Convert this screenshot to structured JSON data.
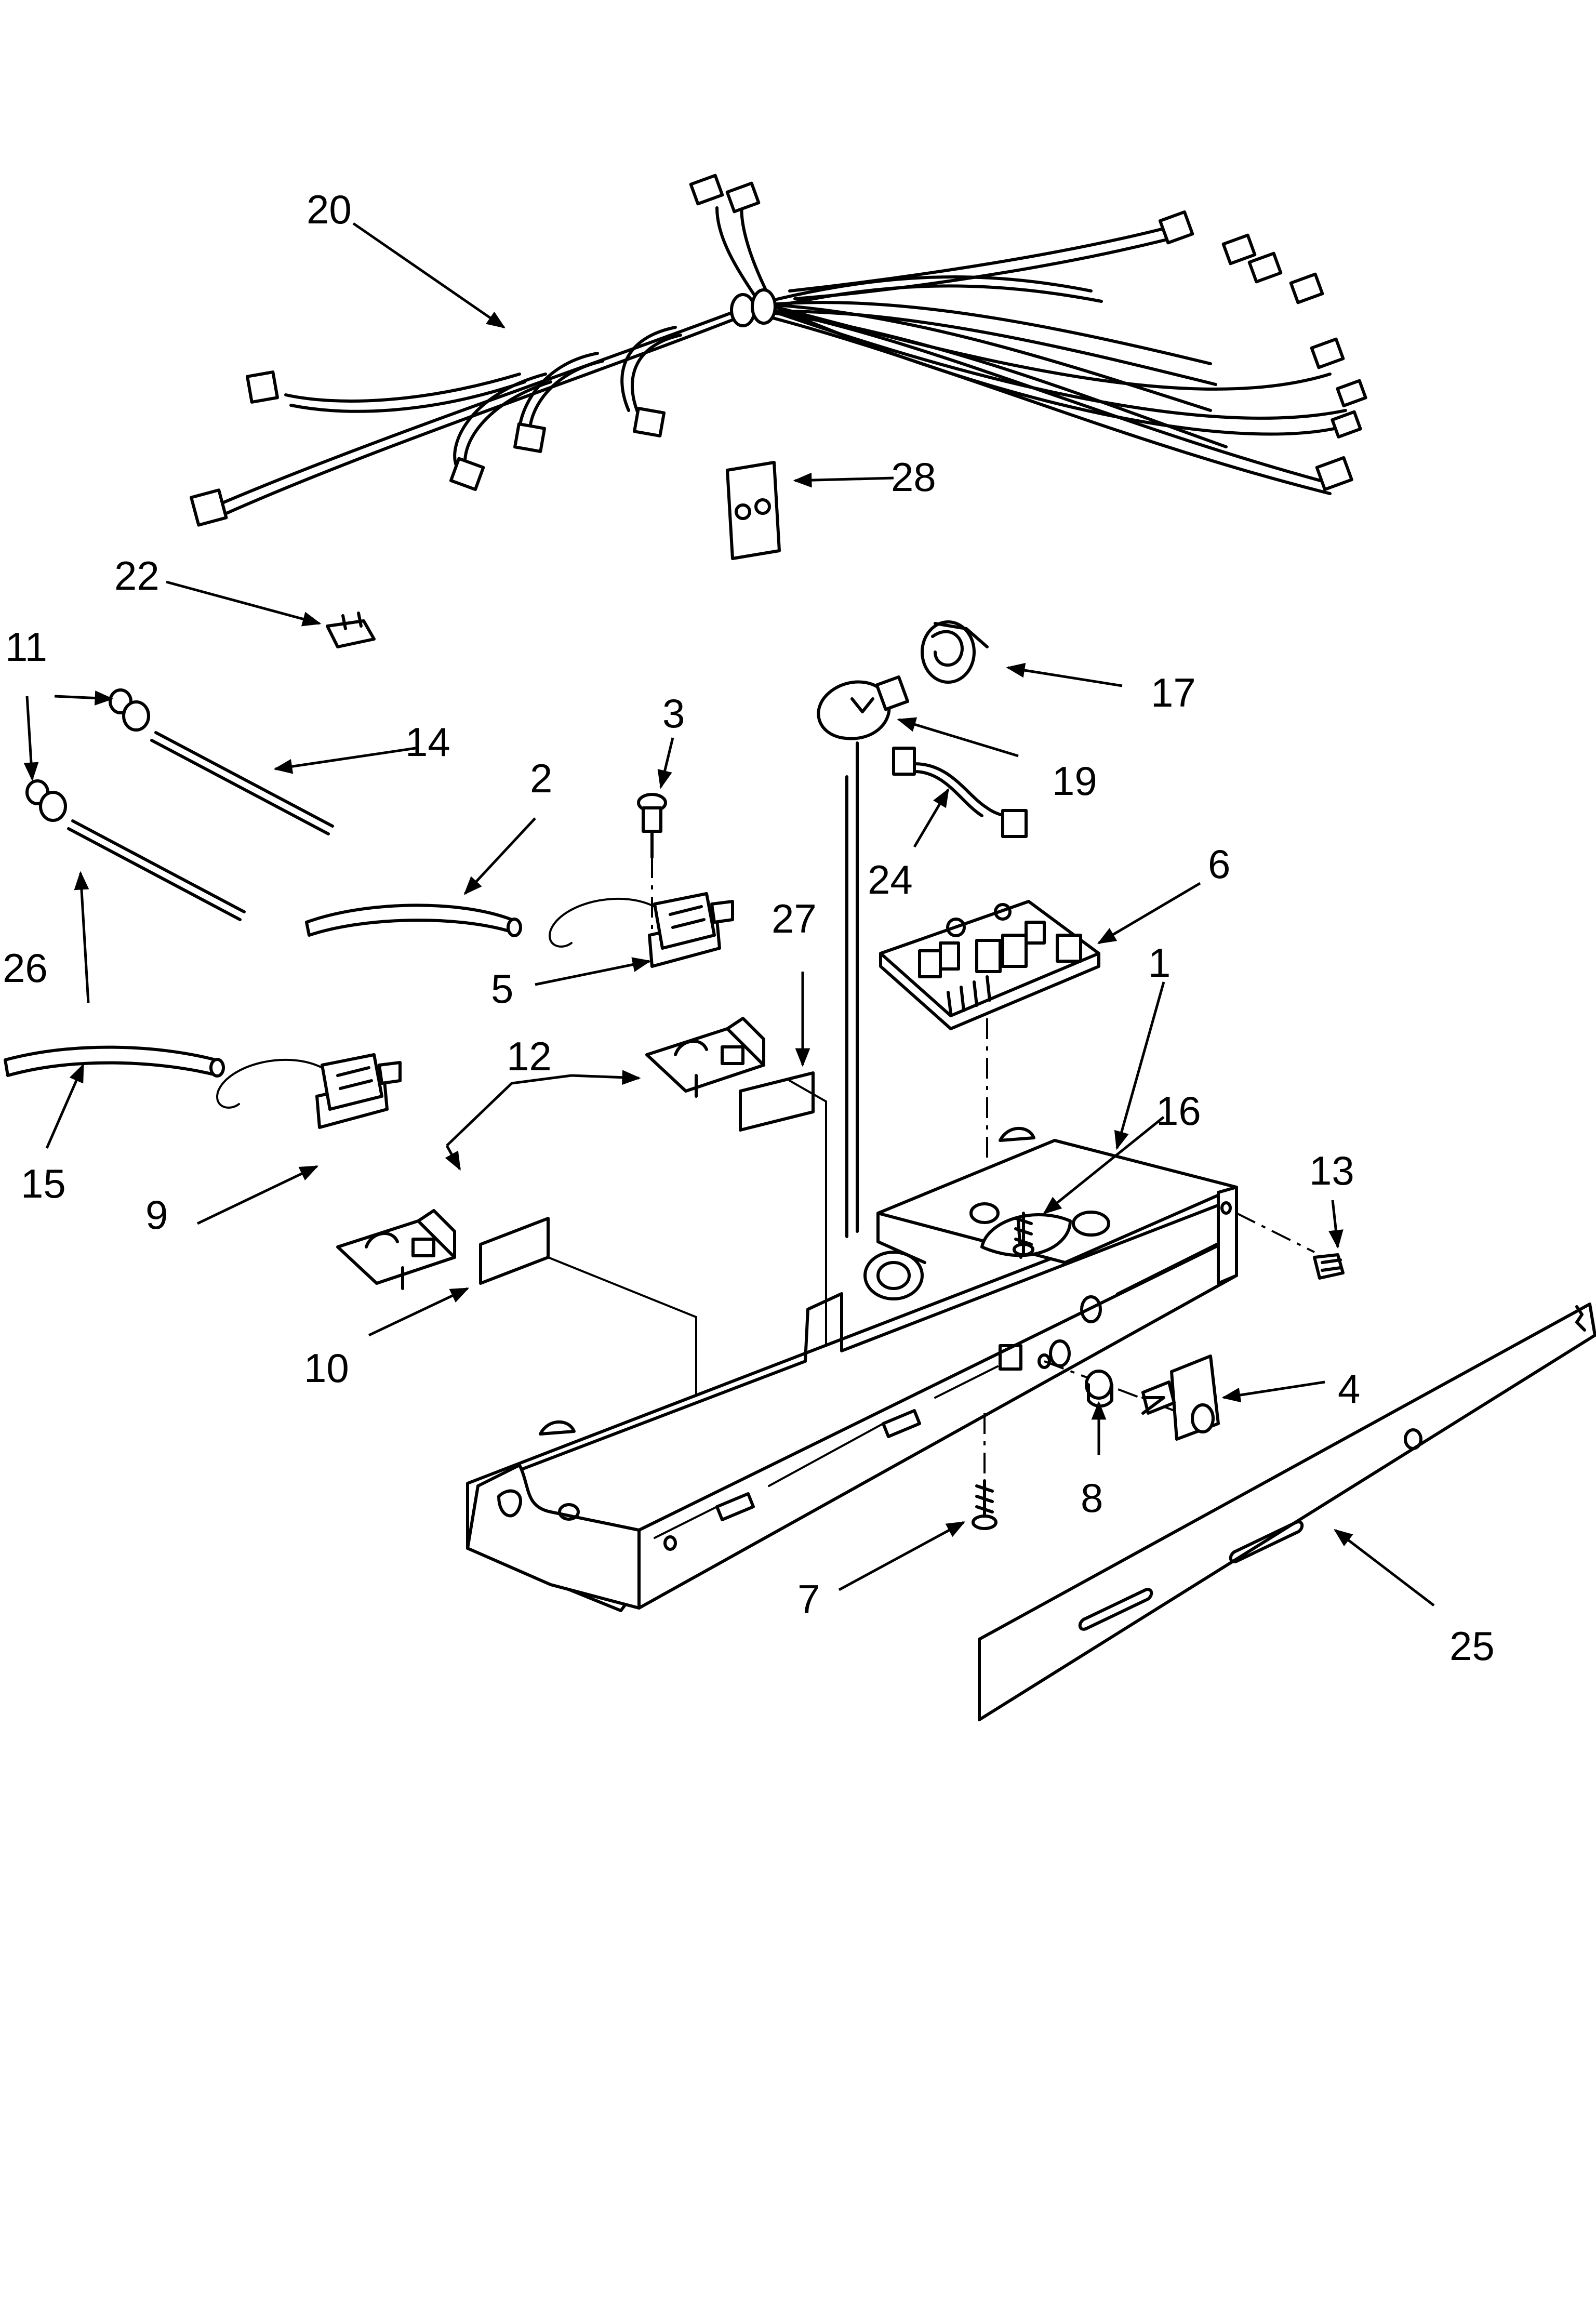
{
  "diagram": {
    "callouts": [
      "1",
      "2",
      "3",
      "4",
      "5",
      "6",
      "7",
      "8",
      "9",
      "10",
      "11",
      "12",
      "13",
      "14",
      "15",
      "16",
      "17",
      "19",
      "20",
      "22",
      "24",
      "25",
      "26",
      "27",
      "28"
    ]
  }
}
